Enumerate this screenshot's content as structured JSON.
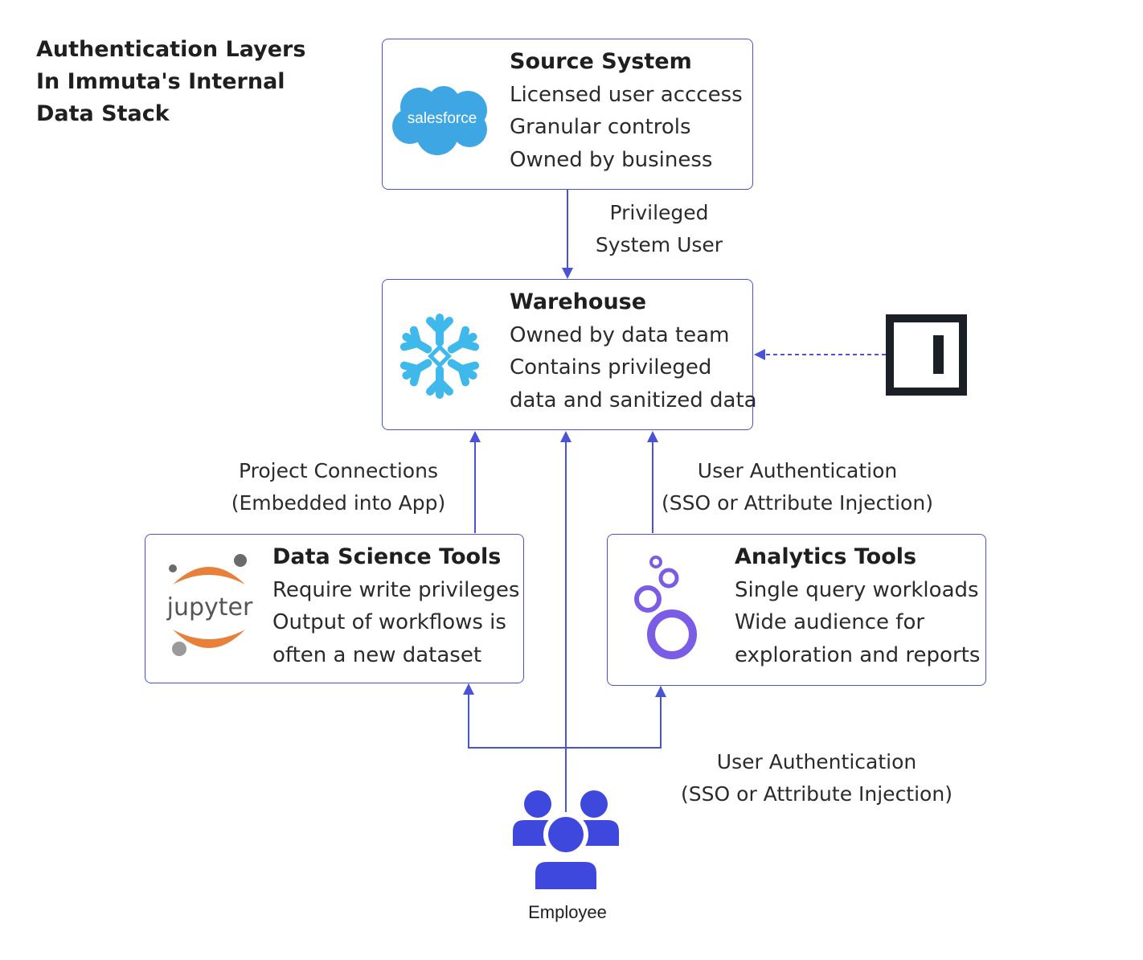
{
  "title_lines": [
    "Authentication Layers",
    "In Immuta's Internal",
    "Data Stack"
  ],
  "boxes": {
    "source": {
      "heading": "Source System",
      "lines": [
        "Licensed user acccess",
        "Granular controls",
        "Owned by business"
      ],
      "logo_text": "salesforce"
    },
    "warehouse": {
      "heading": "Warehouse",
      "lines": [
        "Owned by data team",
        "Contains privileged",
        "data and sanitized data"
      ]
    },
    "datascience": {
      "heading": "Data Science Tools",
      "lines": [
        "Require write privileges",
        "Output of workflows is",
        "often a new dataset"
      ],
      "logo_text": "jupyter"
    },
    "analytics": {
      "heading": "Analytics Tools",
      "lines": [
        "Single query workloads",
        "Wide audience for",
        "exploration and reports"
      ]
    }
  },
  "labels": {
    "privileged": [
      "Privileged",
      "System User"
    ],
    "project": [
      "Project Connections",
      "(Embedded into App)"
    ],
    "user_auth_top": [
      "User Authentication",
      "(SSO or Attribute Injection)"
    ],
    "user_auth_bottom": [
      "User Authentication",
      "(SSO or Attribute Injection)"
    ],
    "employee": "Employee"
  },
  "colors": {
    "accent": "#4a52d8",
    "people": "#3f48dc",
    "salesforce": "#3ea7e3",
    "snowflake": "#3fb8eb",
    "jupyter_orange": "#e8803a",
    "jupyter_gray": "#8c8c8c",
    "looker_purple": "#7a5ce6",
    "immuta_dark": "#1b1f26"
  },
  "icons": [
    "salesforce-logo",
    "snowflake-logo",
    "jupyter-logo",
    "looker-logo",
    "immuta-logo",
    "employee-group-icon"
  ]
}
